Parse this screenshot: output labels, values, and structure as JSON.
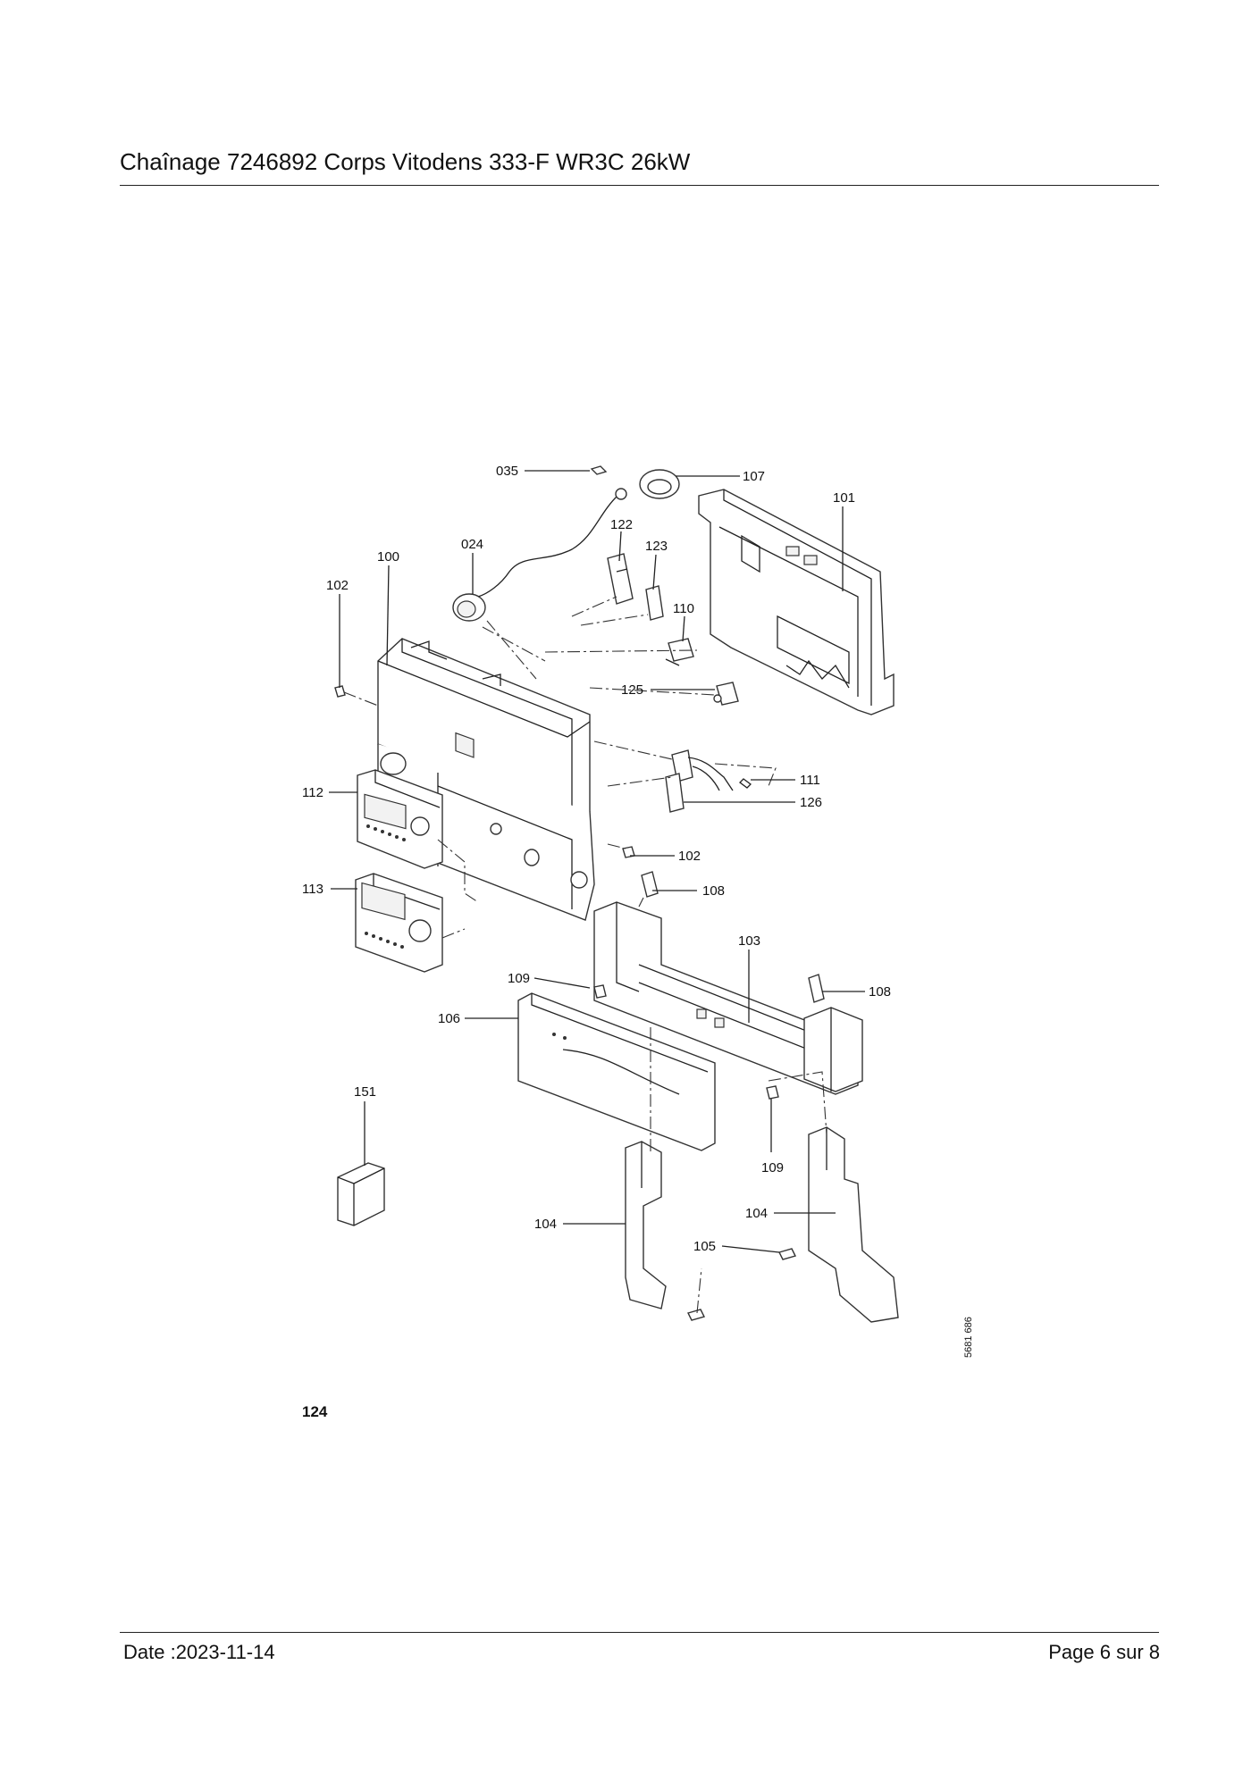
{
  "header": {
    "title": "Chaînage 7246892 Corps Vitodens 333-F WR3C 26kW"
  },
  "diagram": {
    "figure_id": "124",
    "drawing_number": "5681 686",
    "callouts": [
      {
        "key": "c035",
        "label": "035"
      },
      {
        "key": "c107",
        "label": "107"
      },
      {
        "key": "c101",
        "label": "101"
      },
      {
        "key": "c122",
        "label": "122"
      },
      {
        "key": "c123",
        "label": "123"
      },
      {
        "key": "c024",
        "label": "024"
      },
      {
        "key": "c100",
        "label": "100"
      },
      {
        "key": "c102a",
        "label": "102"
      },
      {
        "key": "c110",
        "label": "110"
      },
      {
        "key": "c125",
        "label": "125"
      },
      {
        "key": "c111",
        "label": "111"
      },
      {
        "key": "c126",
        "label": "126"
      },
      {
        "key": "c112",
        "label": "112"
      },
      {
        "key": "c102b",
        "label": "102"
      },
      {
        "key": "c113",
        "label": "113"
      },
      {
        "key": "c108a",
        "label": "108"
      },
      {
        "key": "c103",
        "label": "103"
      },
      {
        "key": "c109a",
        "label": "109"
      },
      {
        "key": "c108b",
        "label": "108"
      },
      {
        "key": "c106",
        "label": "106"
      },
      {
        "key": "c151",
        "label": "151"
      },
      {
        "key": "c109b",
        "label": "109"
      },
      {
        "key": "c104a",
        "label": "104"
      },
      {
        "key": "c104b",
        "label": "104"
      },
      {
        "key": "c105",
        "label": "105"
      }
    ]
  },
  "footer": {
    "date": "Date :2023-11-14",
    "page": "Page 6 sur  8"
  }
}
